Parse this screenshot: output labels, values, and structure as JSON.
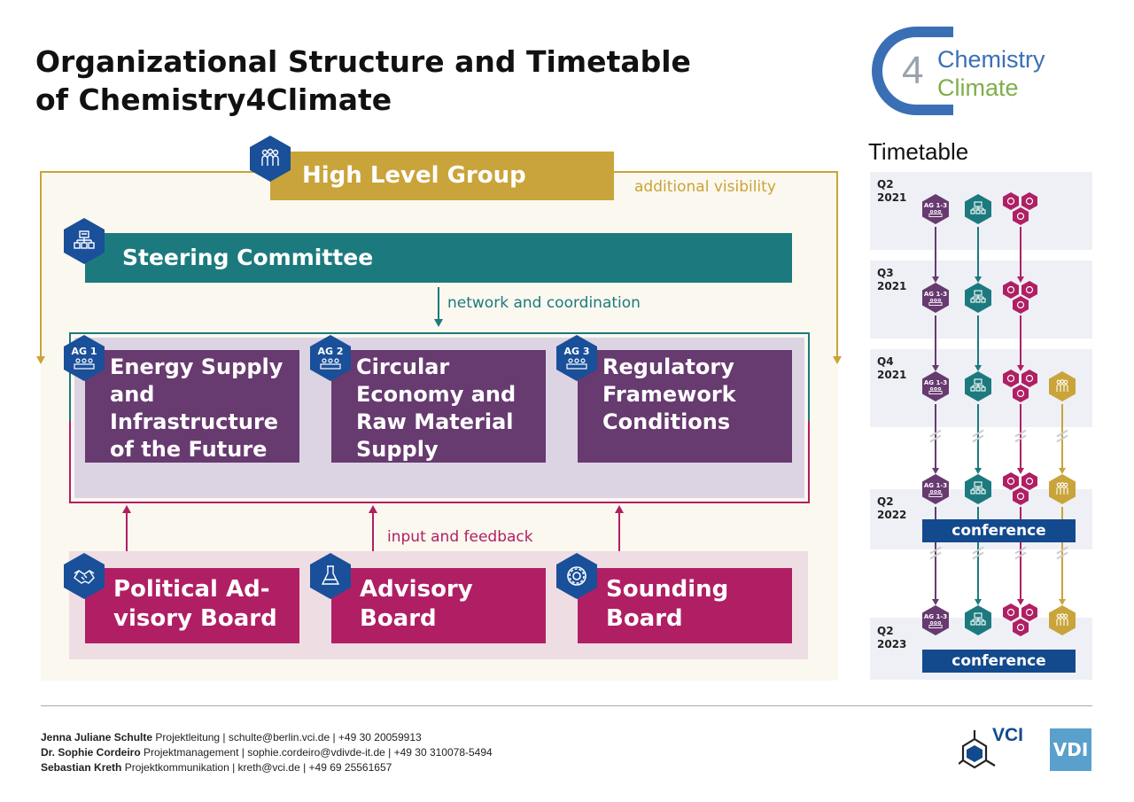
{
  "title": {
    "line1": "Organizational Structure and Timetable",
    "line2": "of Chemistry4Climate"
  },
  "logo": {
    "number": "4",
    "line1": "Chemistry",
    "line2": "Climate",
    "icon": "c4-logo-icon"
  },
  "colors": {
    "gold": "#c9a43a",
    "teal": "#1c7a7e",
    "purple": "#673a70",
    "magenta": "#b01f64",
    "blue": "#1a4f99",
    "navy": "#134a8e"
  },
  "structure": {
    "high_level_group": "High Level Group",
    "additional_visibility": "additional visibility",
    "steering_committee": "Steering Committee",
    "network_label": "network and coordination",
    "working_groups": [
      {
        "tag": "AG 1",
        "label": "Energy Supply and Infrastructure of the Future"
      },
      {
        "tag": "AG 2",
        "label": "Circular Economy and Raw Material Supply"
      },
      {
        "tag": "AG 3",
        "label": "Regulatory Framework Conditions"
      }
    ],
    "input_label": "input and feedback",
    "boards": [
      {
        "label": "Political Ad-visory Board",
        "icon": "handshake-icon"
      },
      {
        "label": "Advisory Board",
        "icon": "flask-icon"
      },
      {
        "label": "Sounding Board",
        "icon": "gear-icon"
      }
    ]
  },
  "timetable": {
    "title": "Timetable",
    "ag_tag": "AG 1-3",
    "periods": [
      {
        "quarter": "Q2",
        "year": "2021"
      },
      {
        "quarter": "Q3",
        "year": "2021"
      },
      {
        "quarter": "Q4",
        "year": "2021"
      },
      {
        "quarter": "Q2",
        "year": "2022",
        "event": "conference"
      },
      {
        "quarter": "Q2",
        "year": "2023",
        "event": "conference"
      }
    ]
  },
  "footer": {
    "contacts": [
      {
        "name": "Jenna Juliane Schulte",
        "details": "Projektleitung | schulte@berlin.vci.de | +49 30 20059913"
      },
      {
        "name": "Dr. Sophie Cordeiro",
        "details": "Projektmanagement | sophie.cordeiro@vdivde-it.de | +49 30 310078-5494"
      },
      {
        "name": "Sebastian Kreth",
        "details": "Projektkommunikation | kreth@vci.de | +49 69 25561657"
      }
    ],
    "vci": "VCI",
    "vdi": "VDI"
  }
}
